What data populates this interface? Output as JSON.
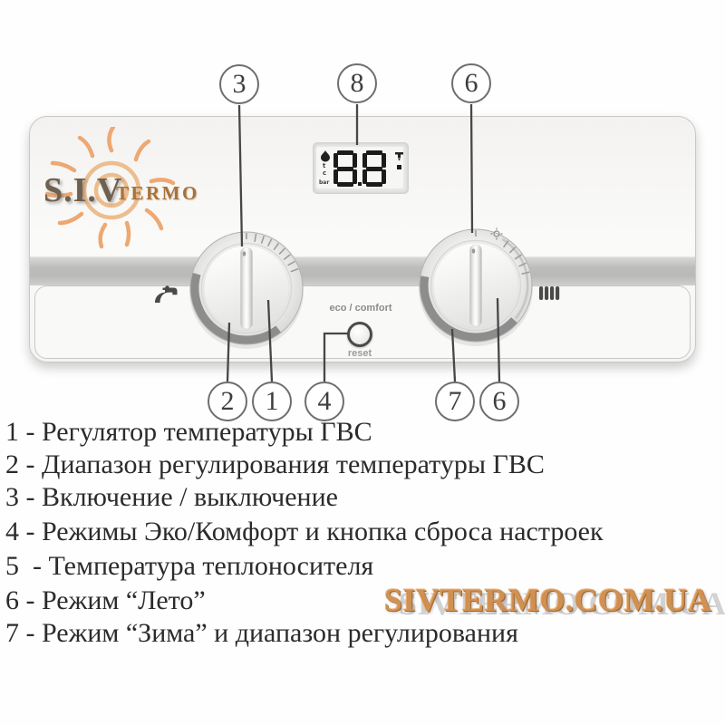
{
  "logo": {
    "brand": "S.I.V",
    "suffix": "TERMO"
  },
  "panel": {
    "display": {
      "value": "88",
      "decimal_dot": true,
      "left_icon": "flame-icon",
      "left_labels": [
        "t",
        "c",
        "bar"
      ],
      "right_icon": "tap-icon",
      "unit": "°C"
    },
    "eco_button": {
      "label": "eco / comfort",
      "reset_label": "reset"
    },
    "knobs": {
      "left": {
        "icon": "hot-water-tap-icon",
        "pointer": "vertical"
      },
      "right": {
        "icon": "radiator-icon",
        "pointer": "vertical",
        "mode_mark": "summer-sun-icon"
      }
    }
  },
  "callouts": {
    "top": [
      "3",
      "8",
      "6"
    ],
    "bottom": [
      "2",
      "1",
      "4",
      "7",
      "6"
    ]
  },
  "legend": {
    "items": [
      {
        "label": "1 - Регулятор температуры ГВС"
      },
      {
        "label": "2 - Диапазон регулирования температуры ГВС"
      },
      {
        "label": "3 - Включение / выключение"
      },
      {
        "label": "4 - Режимы Эко/Комфорт и кнопка сброса настроек"
      },
      {
        "label": "5  - Температура теплоносителя"
      },
      {
        "label": "6 - Режим “Лето”"
      },
      {
        "label": "7 - Режим “Зима” и диапазон регулирования"
      }
    ]
  },
  "watermark": {
    "text": "SIVTERMO.COM.UA"
  },
  "colors": {
    "accent_orange": "#e09a5f",
    "watermark_orange": "#cf8c49",
    "arc_gray": "#8d8d8d",
    "line_gray": "#474747",
    "band_gray": "#bdbdbb"
  }
}
